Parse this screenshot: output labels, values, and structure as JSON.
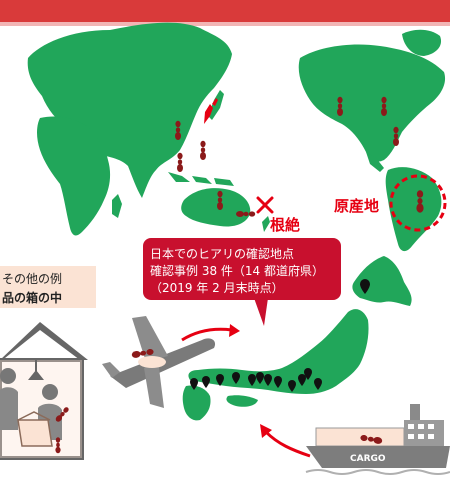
{
  "eradicated_label": "根絶",
  "origin_label": "原産地",
  "callout": {
    "line1": "日本でのヒアリの確認地点",
    "line2": "確認事例 38 件（14 都道府県）",
    "line3": "（2019 年 2 月末時点）"
  },
  "other_cases": {
    "line1": "その他の例",
    "line2": "品の箱の中"
  },
  "ship_label": "CARGO",
  "colors": {
    "land": "#21a65a",
    "accent_red": "#e60012",
    "top_band": "#d93a3a",
    "callout_bg": "#c8102e",
    "ant": "#8b1a1a",
    "panel_bg": "#fbe3d4"
  }
}
